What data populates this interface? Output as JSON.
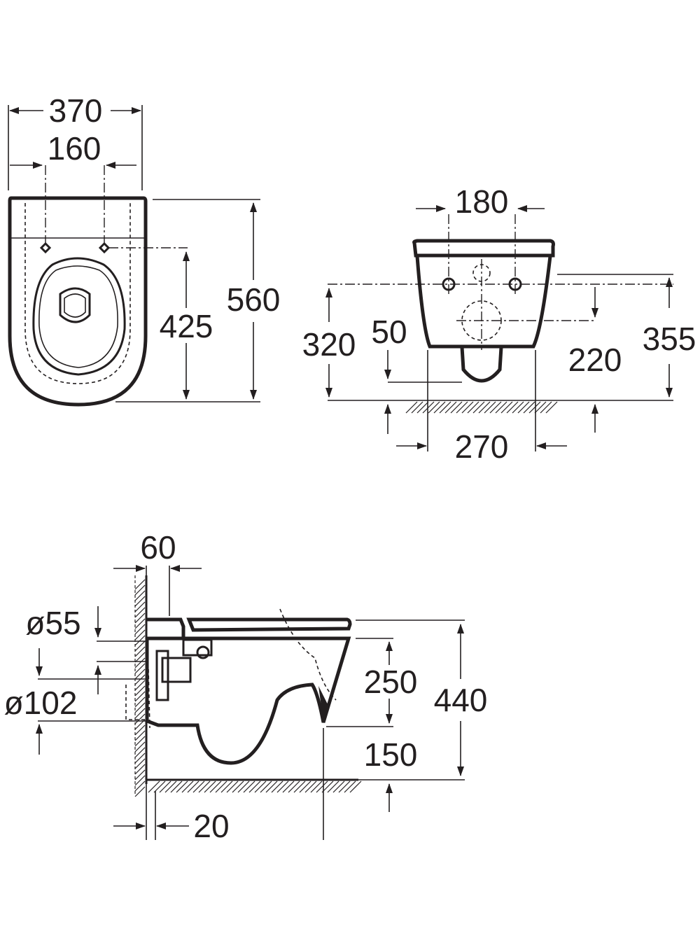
{
  "top_view": {
    "dims": {
      "width_overall": "370",
      "fixing_centres": "160",
      "fixing_to_front": "425",
      "depth_overall": "560"
    }
  },
  "front_view": {
    "dims": {
      "fixing_spacing": "180",
      "floor_to_fixings": "320",
      "outlet_height": "50",
      "outlet_to_floor": "220",
      "floor_to_top": "355",
      "base_width": "270"
    }
  },
  "side_view": {
    "dims": {
      "wall_offset": "60",
      "inlet_diameter": "ø55",
      "outlet_diameter": "ø102",
      "rim_to_outlet": "250",
      "floor_to_top": "440",
      "floor_to_outlet": "150",
      "wall_gap": "20"
    }
  }
}
